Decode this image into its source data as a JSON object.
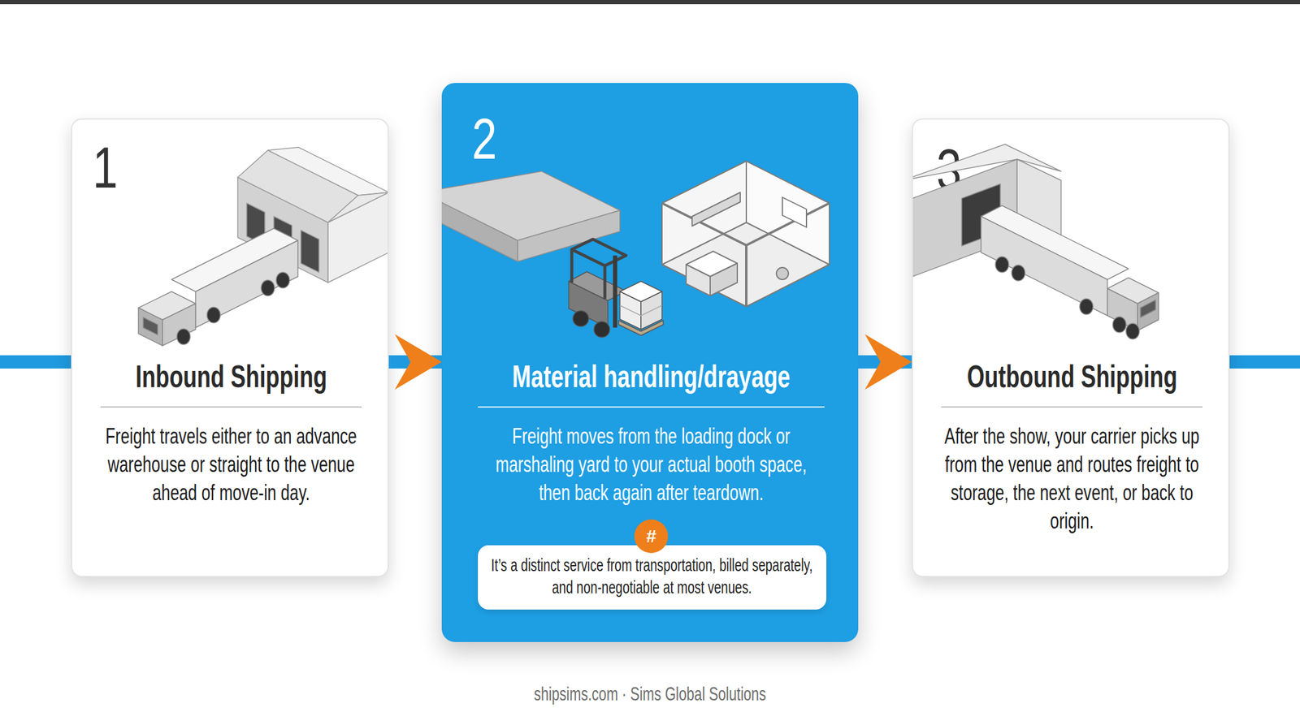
{
  "diagram": {
    "nodes": [
      {
        "text": [
          "1",
          "Inbound Shipping",
          "Freight travels either to an advance warehouse or straight to the venue ahead of move-in day."
        ]
      },
      {
        "text": [
          "2",
          "Material handling/drayage",
          "Freight moves from the loading dock or marshaling yard to your actual booth space, then back again after teardown."
        ]
      },
      {
        "text": [
          "#"
        ],
        "in": 1
      },
      {
        "text": [
          "It’s a distinct service from transportation, billed separately, and non-negotiable at most venues."
        ],
        "in": 1
      },
      {
        "text": [
          "3",
          "Outbound Shipping",
          "After the show, your carrier picks up from the venue and routes freight to storage, the next event, or back to origin."
        ]
      }
    ],
    "edges": [
      {
        "from": 0,
        "to": 1,
        "arrow": "to"
      },
      {
        "from": 1,
        "to": 4,
        "arrow": "to"
      }
    ],
    "labels": [
      "shipsims.com · Sims Global Solutions"
    ]
  }
}
